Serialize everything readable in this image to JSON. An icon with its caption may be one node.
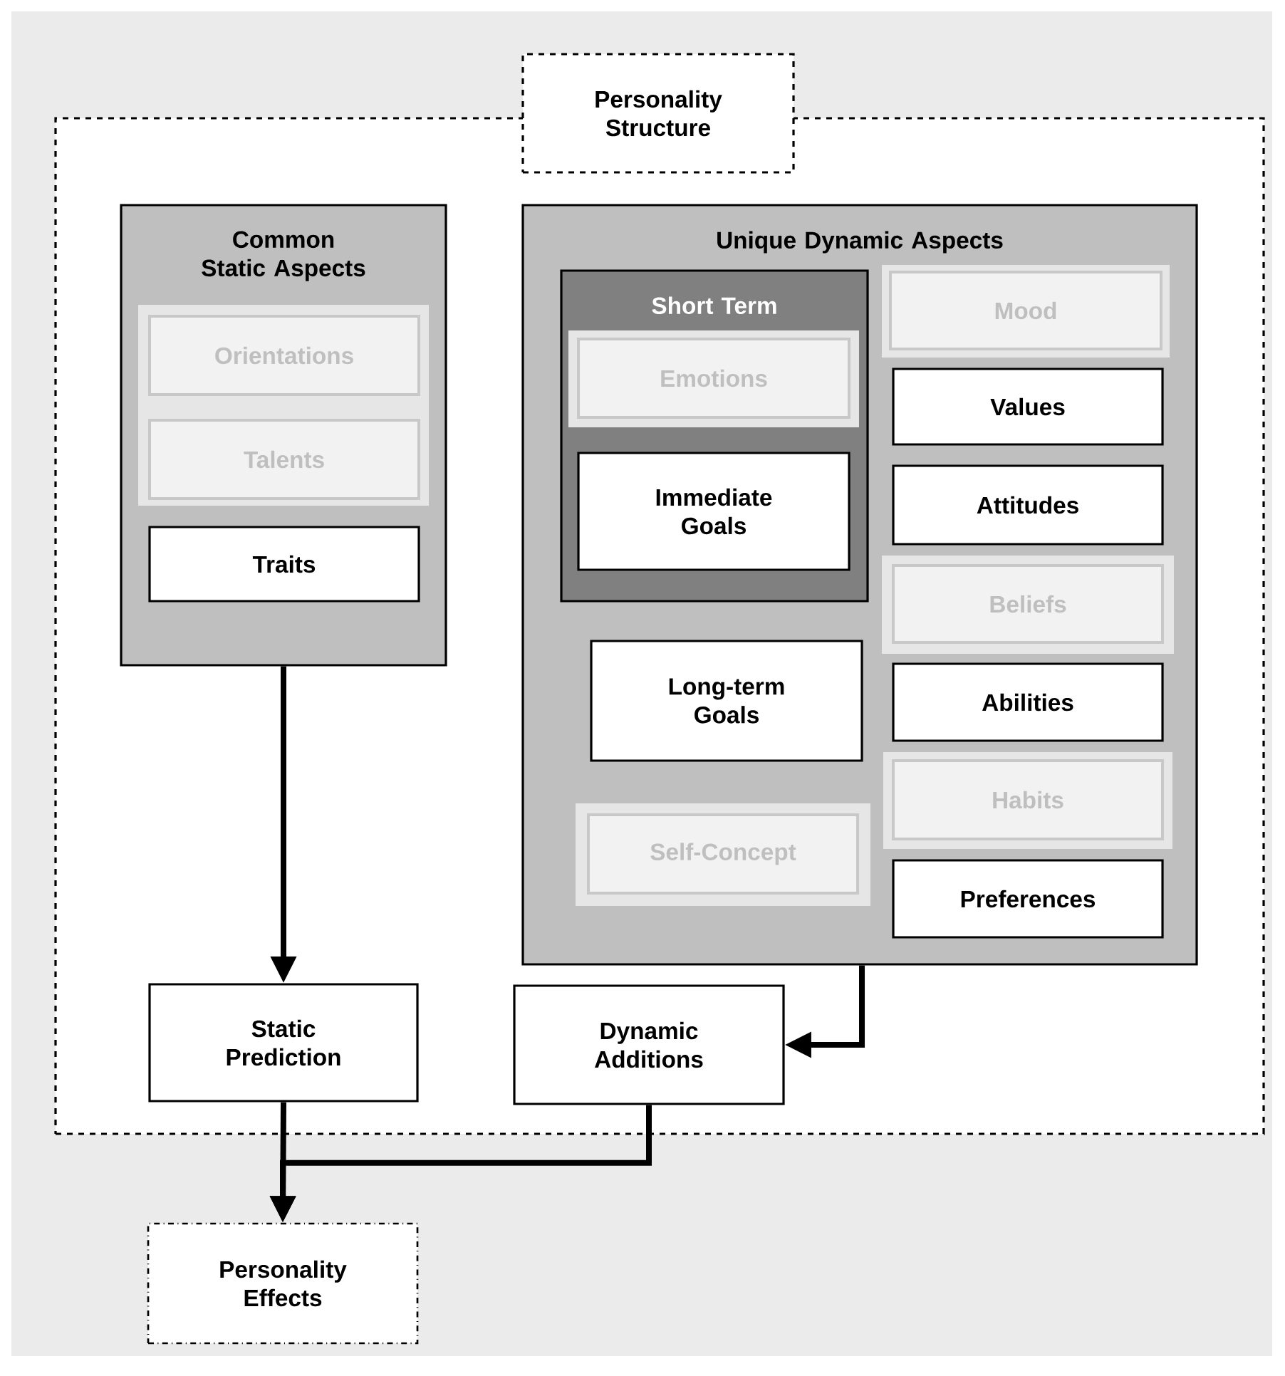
{
  "diagram": {
    "nodes": [
      {
        "text": [],
        "shape": "box"
      },
      {
        "text": [
          "Personality Structure"
        ]
      },
      {
        "text": [
          "Common Static Aspects"
        ],
        "in": 0
      },
      {
        "text": [
          "Orientations"
        ],
        "in": 2
      },
      {
        "text": [
          "Talents"
        ],
        "in": 2
      },
      {
        "text": [
          "Traits"
        ],
        "in": 2
      },
      {
        "text": [
          "Unique Dynamic Aspects"
        ],
        "in": 0
      },
      {
        "text": [
          "Short Term"
        ],
        "in": 6
      },
      {
        "text": [
          "Emotions"
        ],
        "in": 7
      },
      {
        "text": [
          "Immediate Goals"
        ],
        "in": 7
      },
      {
        "text": [
          "Mood"
        ],
        "in": 6
      },
      {
        "text": [
          "Values"
        ],
        "in": 6
      },
      {
        "text": [
          "Attitudes"
        ],
        "in": 6
      },
      {
        "text": [
          "Beliefs"
        ],
        "in": 6
      },
      {
        "text": [
          "Long-term Goals"
        ],
        "in": 6
      },
      {
        "text": [
          "Abilities"
        ],
        "in": 6
      },
      {
        "text": [
          "Habits"
        ],
        "in": 6
      },
      {
        "text": [
          "Self-Concept"
        ],
        "in": 6
      },
      {
        "text": [
          "Preferences"
        ],
        "in": 6
      },
      {
        "text": [
          "Static Prediction"
        ],
        "in": 0
      },
      {
        "text": [
          "Dynamic Additions"
        ],
        "in": 0
      },
      {
        "text": [
          "Personality Effects"
        ]
      }
    ],
    "edges": [
      {
        "from": 2,
        "to": 19,
        "arrow": "to"
      },
      {
        "from": 6,
        "to": 20,
        "arrow": "to"
      },
      {
        "from": 19,
        "to": 21,
        "arrow": "to"
      },
      {
        "from": 20,
        "to": 21,
        "arrow": "to"
      }
    ]
  }
}
